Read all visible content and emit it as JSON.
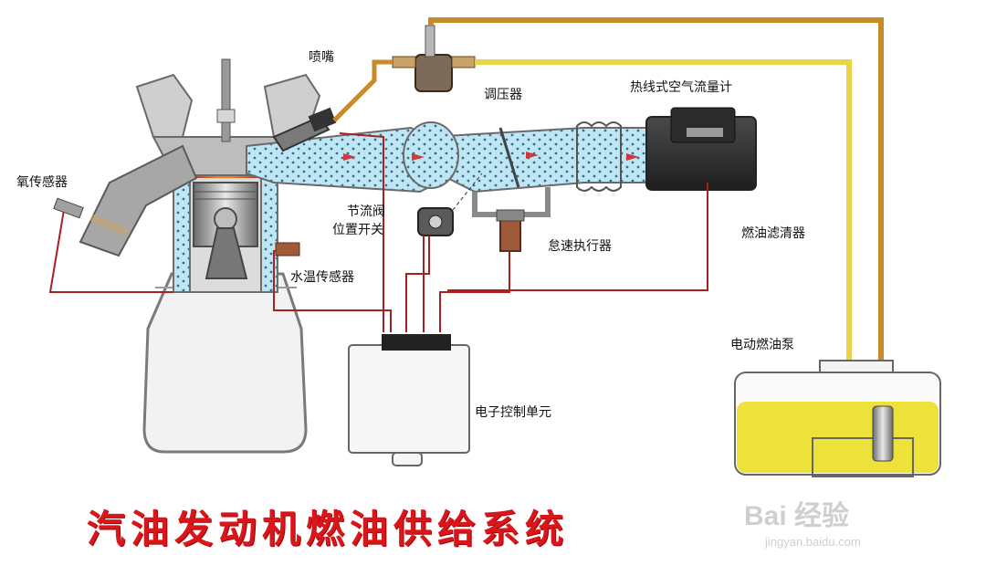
{
  "title": "汽油发动机燃油供给系统",
  "labels": {
    "injector": "喷嘴",
    "pressure_regulator": "调压器",
    "air_flow_meter": "热线式空气流量计",
    "oxygen_sensor": "氧传感器",
    "throttle_sensor_line1": "节流阀",
    "throttle_sensor_line2": "位置开关",
    "idle_actuator": "怠速执行器",
    "fuel_filter": "燃油滤清器",
    "coolant_sensor": "水温传感器",
    "fuel_pump": "电动燃油泵",
    "ecu": "电子控制单元"
  },
  "watermark": {
    "brand": "Bai 经验",
    "url": "jingyan.baidu.com"
  },
  "colors": {
    "title_red": "#d9161b",
    "fuel_pipe": "#c98a2a",
    "return_pipe": "#e9d44a",
    "air_blue": "#bfe6f5",
    "wire_red": "#a82020",
    "fuel_yellow": "#ece23a",
    "engine_gray": "#8a8a8a"
  }
}
